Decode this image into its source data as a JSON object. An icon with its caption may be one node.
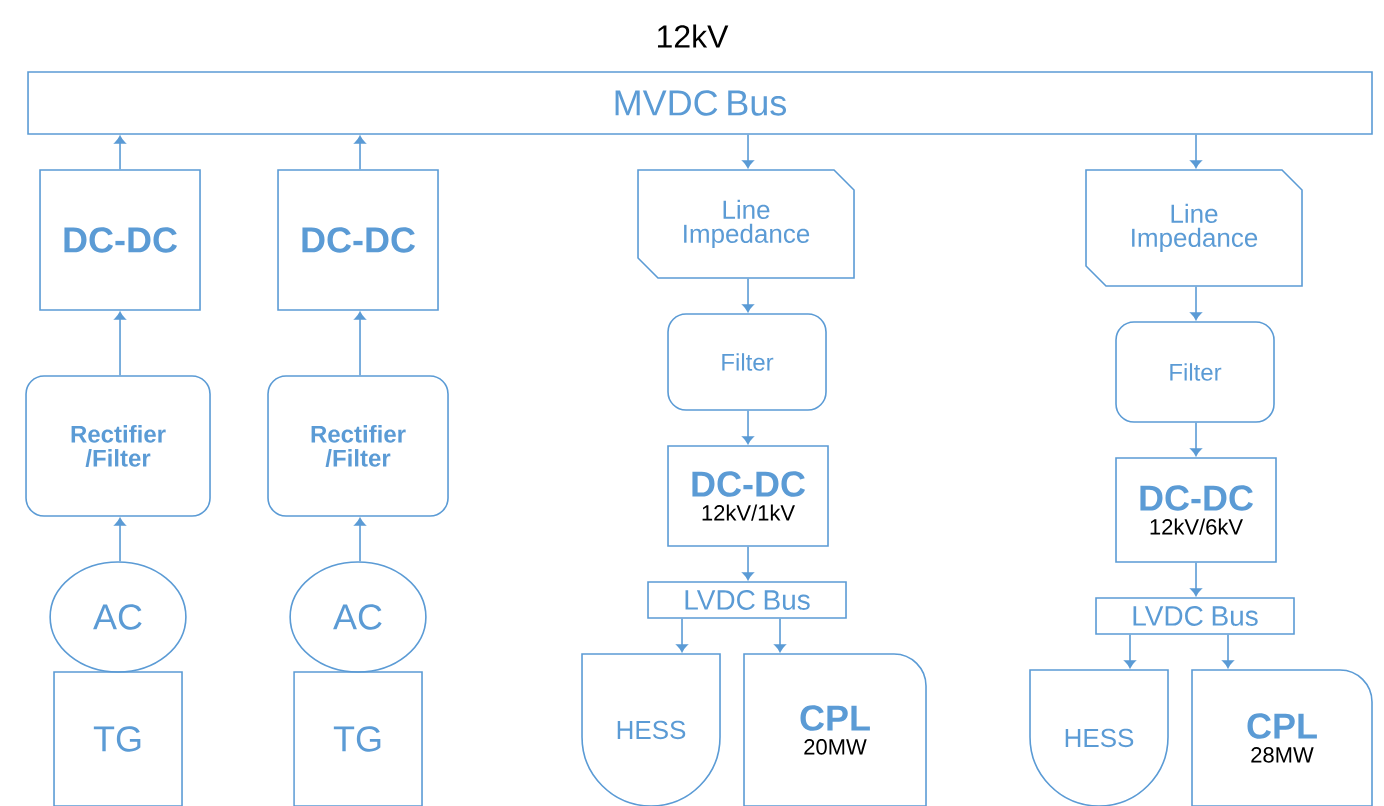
{
  "diagram": {
    "title": "12kV",
    "nodes": [
      {
        "text": [
          "MVDC Bus"
        ]
      },
      {
        "text": [
          "DC-DC"
        ]
      },
      {
        "text": [
          "Rectifier /Filter"
        ]
      },
      {
        "text": [
          "AC"
        ]
      },
      {
        "text": [
          "TG"
        ]
      },
      {
        "text": [
          "DC-DC"
        ]
      },
      {
        "text": [
          "Rectifier /Filter"
        ]
      },
      {
        "text": [
          "AC"
        ]
      },
      {
        "text": [
          "TG"
        ]
      },
      {
        "text": [
          "Line Impedance"
        ]
      },
      {
        "text": [
          "Filter"
        ]
      },
      {
        "text": [
          "DC-DC",
          "12kV/1kV"
        ]
      },
      {
        "text": [
          "LVDC Bus"
        ]
      },
      {
        "text": [
          "HESS"
        ]
      },
      {
        "text": [
          "CPL",
          "20MW"
        ]
      },
      {
        "text": [
          "Line Impedance"
        ]
      },
      {
        "text": [
          "Filter"
        ]
      },
      {
        "text": [
          "DC-DC",
          "12kV/6kV"
        ]
      },
      {
        "text": [
          "LVDC Bus"
        ]
      },
      {
        "text": [
          "HESS"
        ]
      },
      {
        "text": [
          "CPL",
          "28MW"
        ]
      }
    ],
    "edges": [
      {
        "from": 1,
        "to": 0,
        "arrow": "to"
      },
      {
        "from": 2,
        "to": 1,
        "arrow": "to"
      },
      {
        "from": 3,
        "to": 2,
        "arrow": "to"
      },
      {
        "from": 5,
        "to": 0,
        "arrow": "to"
      },
      {
        "from": 6,
        "to": 5,
        "arrow": "to"
      },
      {
        "from": 7,
        "to": 6,
        "arrow": "to"
      },
      {
        "from": 0,
        "to": 9,
        "arrow": "to"
      },
      {
        "from": 9,
        "to": 10,
        "arrow": "to"
      },
      {
        "from": 10,
        "to": 11,
        "arrow": "to"
      },
      {
        "from": 11,
        "to": 12,
        "arrow": "to"
      },
      {
        "from": 12,
        "to": 13,
        "arrow": "to"
      },
      {
        "from": 12,
        "to": 14,
        "arrow": "to"
      },
      {
        "from": 0,
        "to": 15,
        "arrow": "to"
      },
      {
        "from": 15,
        "to": 16,
        "arrow": "to"
      },
      {
        "from": 16,
        "to": 17,
        "arrow": "to"
      },
      {
        "from": 17,
        "to": 18,
        "arrow": "to"
      },
      {
        "from": 18,
        "to": 19,
        "arrow": "to"
      },
      {
        "from": 18,
        "to": 20,
        "arrow": "to"
      }
    ]
  }
}
